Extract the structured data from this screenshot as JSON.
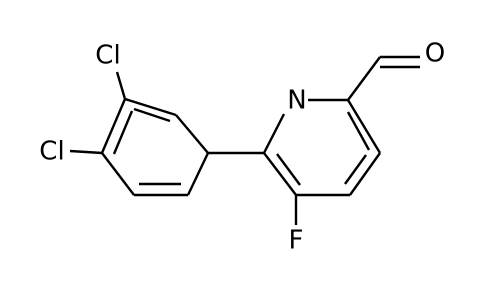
{
  "molecule": {
    "atoms": {
      "chlorine_top": "Cl",
      "chlorine_left": "Cl",
      "nitrogen": "N",
      "fluorine": "F",
      "oxygen": "O"
    }
  },
  "colors": {
    "bond": "#000000",
    "label": "#000000",
    "background": "#ffffff"
  }
}
